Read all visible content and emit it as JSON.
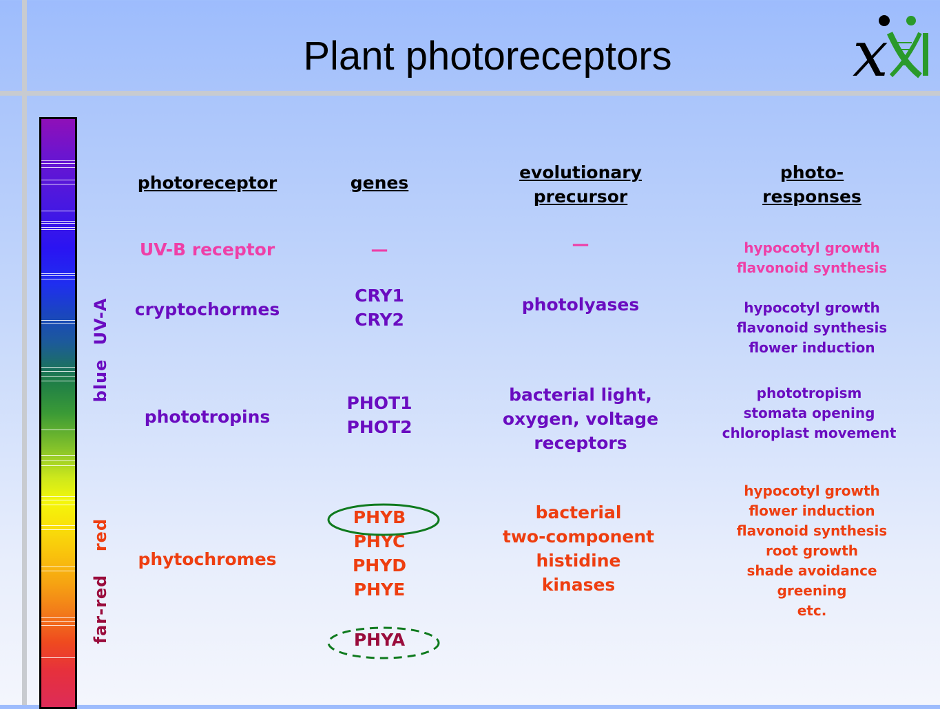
{
  "title": "Plant photoreceptors",
  "logo_text": "xii",
  "spectrum": {
    "labels": [
      "blue",
      "UV-A",
      "far-red",
      "red"
    ]
  },
  "headers": {
    "photoreceptor": "photoreceptor",
    "genes": "genes",
    "precursor": [
      "evolutionary",
      "precursor"
    ],
    "responses": [
      "photo-",
      "responses"
    ]
  },
  "rows": {
    "uvb": {
      "photoreceptor": "UV-B receptor",
      "genes": "—",
      "precursor": "—",
      "responses": [
        "hypocotyl growth",
        "flavonoid synthesis"
      ]
    },
    "crypto": {
      "photoreceptor": "cryptochormes",
      "genes": [
        "CRY1",
        "CRY2"
      ],
      "precursor": "photolyases",
      "responses": [
        "hypocotyl growth",
        "flavonoid synthesis",
        "flower induction"
      ]
    },
    "photo": {
      "photoreceptor": "phototropins",
      "genes": [
        "PHOT1",
        "PHOT2"
      ],
      "precursor": [
        "bacterial light,",
        "oxygen, voltage",
        "receptors"
      ],
      "responses": [
        "phototropism",
        "stomata opening",
        "chloroplast movement"
      ]
    },
    "phyto": {
      "photoreceptor": "phytochromes",
      "genes": [
        "PHYB",
        "PHYC",
        "PHYD",
        "PHYE"
      ],
      "gene_extra": "PHYA",
      "precursor": [
        "bacterial",
        "two-component",
        "histidine",
        "kinases"
      ],
      "responses": [
        "hypocotyl growth",
        "flower induction",
        "flavonoid synthesis",
        "root growth",
        "shade avoidance",
        "greening",
        "etc."
      ]
    }
  },
  "colors": {
    "uvb": "#ee3fa7",
    "blue_light": "#6a0cc0",
    "red_light": "#ee3e10",
    "phya": "#9a0c3c",
    "oval": "#0f7a1e"
  }
}
